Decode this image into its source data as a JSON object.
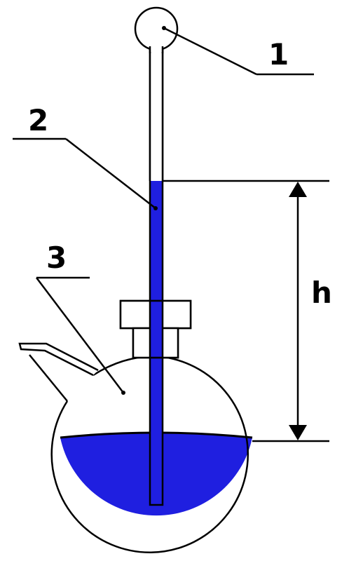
{
  "diagram": {
    "labels": {
      "part_1": "1",
      "part_2": "2",
      "part_3": "3",
      "height": "h"
    },
    "colors": {
      "liquid": "#1f1fe0",
      "outline": "#000000",
      "glass": "#ffffff"
    }
  }
}
